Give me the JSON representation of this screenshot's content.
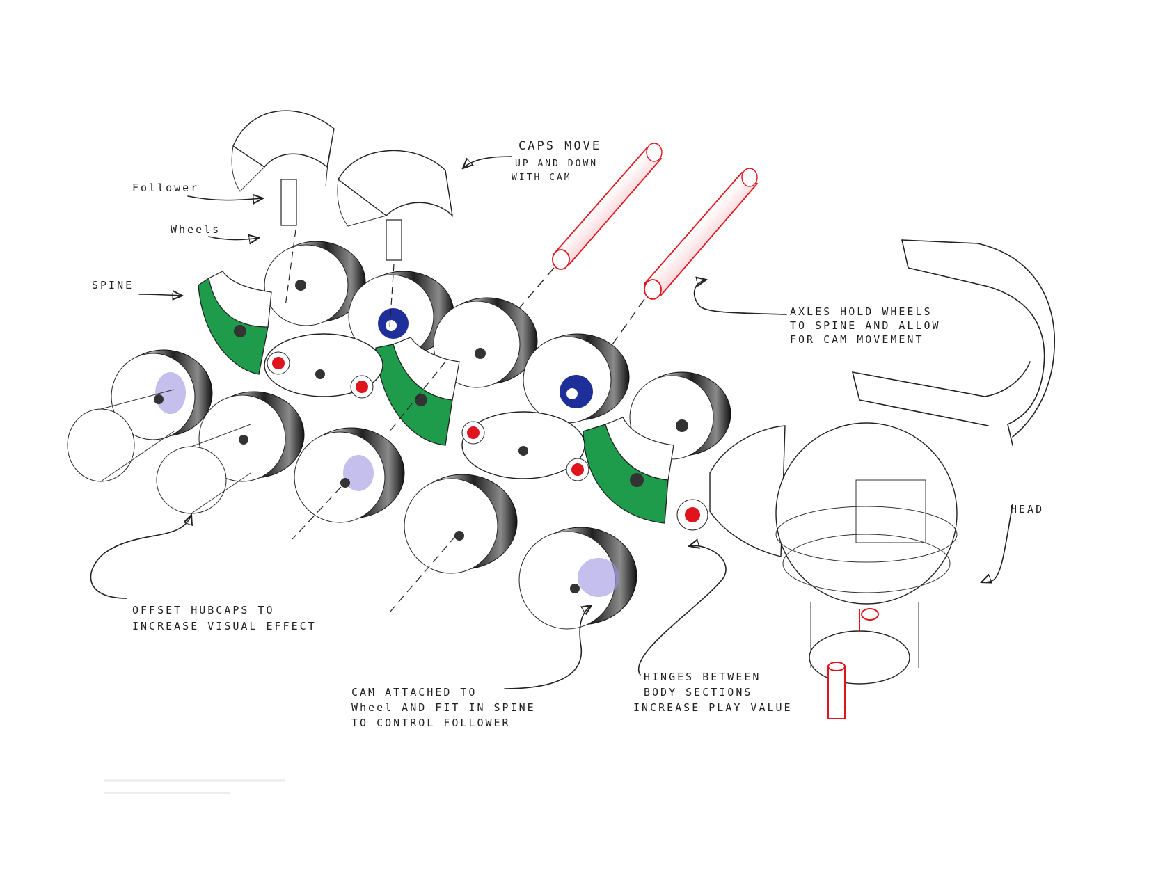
{
  "annotations": {
    "follower": "Follower",
    "wheels": "Wheels",
    "spine": "SPINE",
    "caps": [
      "CAPS MOVE",
      "UP AND DOWN",
      "WITH CAM"
    ],
    "axles": [
      "AXLES HOLD WHEELS",
      "TO SPINE AND ALLOW",
      "FOR CAM MOVEMENT"
    ],
    "head": "HEAD",
    "hubcaps": [
      "OFFSET HUBCAPS TO",
      "INCREASE VISUAL EFFECT"
    ],
    "cam": [
      "CAM ATTACHED TO",
      "Wheel AND FIT IN SPINE",
      "TO CONTROL FOLLOWER"
    ],
    "hinges": [
      "HINGES BETWEEN",
      "BODY SECTIONS",
      "INCREASE PLAY VALUE"
    ]
  },
  "colors": {
    "spine_green": "#1e9b4b",
    "cam_blue": "#1f2f99",
    "hinge_red": "#e0141c",
    "axle_red": "#f26070",
    "hubcap_purple": "#9c95e0",
    "ink": "#222222"
  }
}
